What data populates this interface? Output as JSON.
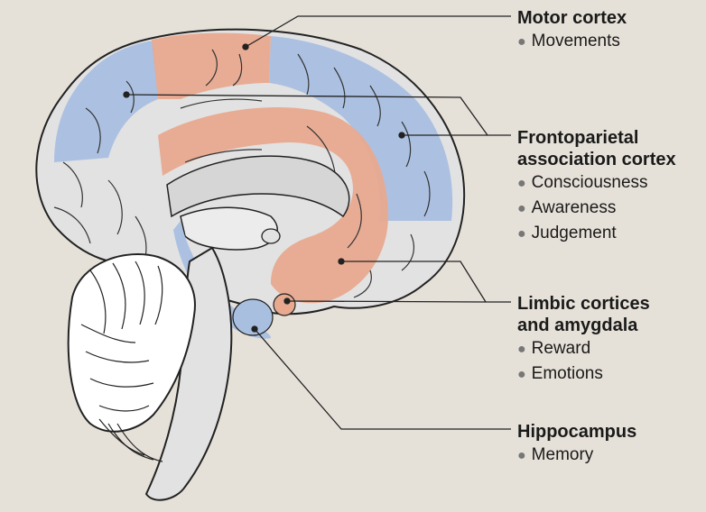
{
  "labels": {
    "motor": {
      "title": "Motor cortex",
      "items": [
        "Movements"
      ]
    },
    "frontoparietal": {
      "title_line1": "Frontoparietal",
      "title_line2": "association cortex",
      "items": [
        "Consciousness",
        "Awareness",
        "Judgement"
      ]
    },
    "limbic": {
      "title_line1": "Limbic cortices",
      "title_line2": "and amygdala",
      "items": [
        "Reward",
        "Emotions"
      ]
    },
    "hippocampus": {
      "title": "Hippocampus",
      "items": [
        "Memory"
      ]
    }
  },
  "colors": {
    "background": "#e6e1d8",
    "brain_fill": "#e2e2e2",
    "motor_region": "#e8a98f",
    "frontoparietal_region": "#a9bfe0",
    "limbic_region": "#e8a98f",
    "hippocampus_region": "#a9bfe0",
    "outline": "#222222"
  }
}
